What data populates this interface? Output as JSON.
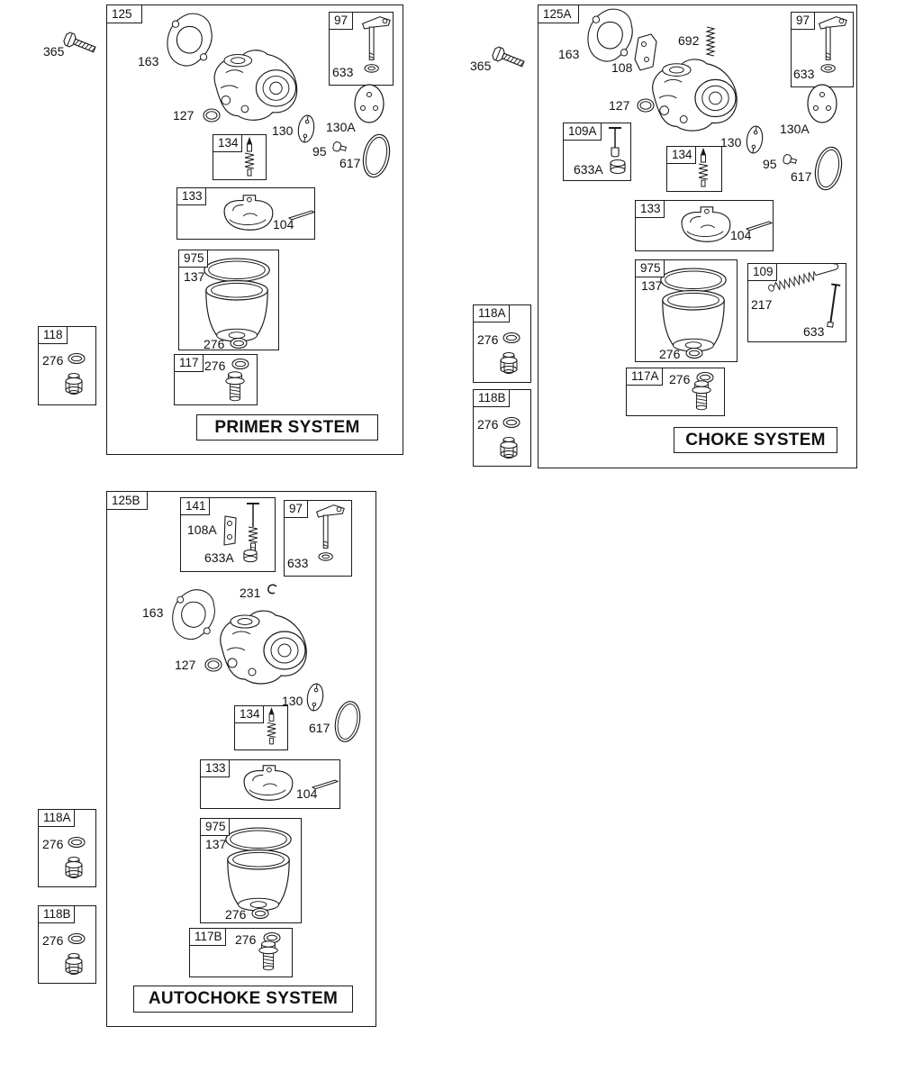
{
  "diagram": {
    "background": "#ffffff",
    "line_color": "#1a1a1a"
  },
  "primer": {
    "box_label": "125",
    "title": "PRIMER SYSTEM",
    "labels": {
      "screw": "365",
      "gasket": "163",
      "oring": "127",
      "plate": "130",
      "disc": "130A",
      "box97": "97",
      "washer633": "633",
      "box134": "134",
      "screw95": "95",
      "oring617": "617",
      "box133": "133",
      "pin104": "104",
      "box975": "975",
      "gasket137": "137",
      "oring276_bowl": "276",
      "box117": "117",
      "washer276_bolt": "276",
      "box118": "118",
      "washer276_nut": "276"
    }
  },
  "choke": {
    "box_label": "125A",
    "title": "CHOKE SYSTEM",
    "labels": {
      "screw": "365",
      "gasket": "163",
      "plate108": "108",
      "spring692": "692",
      "oring": "127",
      "box97": "97",
      "washer633": "633",
      "plate": "130",
      "disc": "130A",
      "box109A": "109A",
      "cap633A": "633A",
      "box134": "134",
      "screw95": "95",
      "oring617": "617",
      "box133": "133",
      "pin104": "104",
      "box975": "975",
      "gasket137": "137",
      "oring276_bowl": "276",
      "box109": "109",
      "spring217": "217",
      "rod633": "633",
      "box117A": "117A",
      "washer276_bolt": "276",
      "box118A": "118A",
      "washer276_118A": "276",
      "box118B": "118B",
      "washer276_118B": "276"
    }
  },
  "autochoke": {
    "box_label": "125B",
    "title": "AUTOCHOKE SYSTEM",
    "labels": {
      "box141": "141",
      "bracket108A": "108A",
      "cap633A": "633A",
      "box97": "97",
      "washer633": "633",
      "clip231": "231",
      "gasket": "163",
      "oring": "127",
      "plate": "130",
      "box134": "134",
      "oring617": "617",
      "box133": "133",
      "pin104": "104",
      "box975": "975",
      "gasket137": "137",
      "oring276_bowl": "276",
      "box117B": "117B",
      "washer276_bolt": "276",
      "box118A": "118A",
      "washer276_118A": "276",
      "box118B": "118B",
      "washer276_118B": "276"
    }
  }
}
